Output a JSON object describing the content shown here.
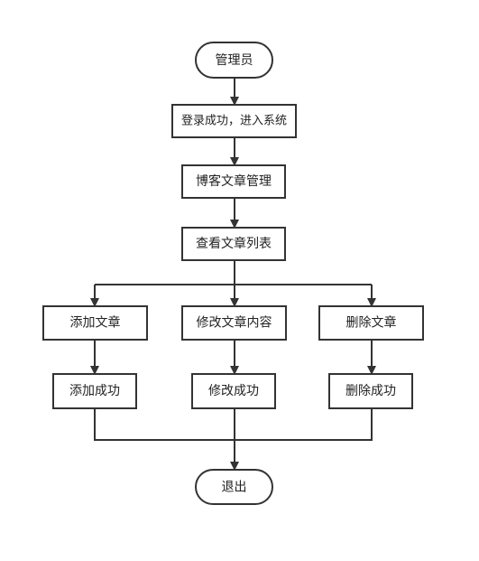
{
  "nodes": {
    "start": "管理员",
    "login": "登录成功，进入系统",
    "manage": "博客文章管理",
    "list": "查看文章列表",
    "add": "添加文章",
    "edit": "修改文章内容",
    "delete": "删除文章",
    "add_ok": "添加成功",
    "edit_ok": "修改成功",
    "delete_ok": "删除成功",
    "end": "退出"
  },
  "colors": {
    "stroke": "#333333",
    "fill": "#ffffff",
    "text": "#222222"
  }
}
